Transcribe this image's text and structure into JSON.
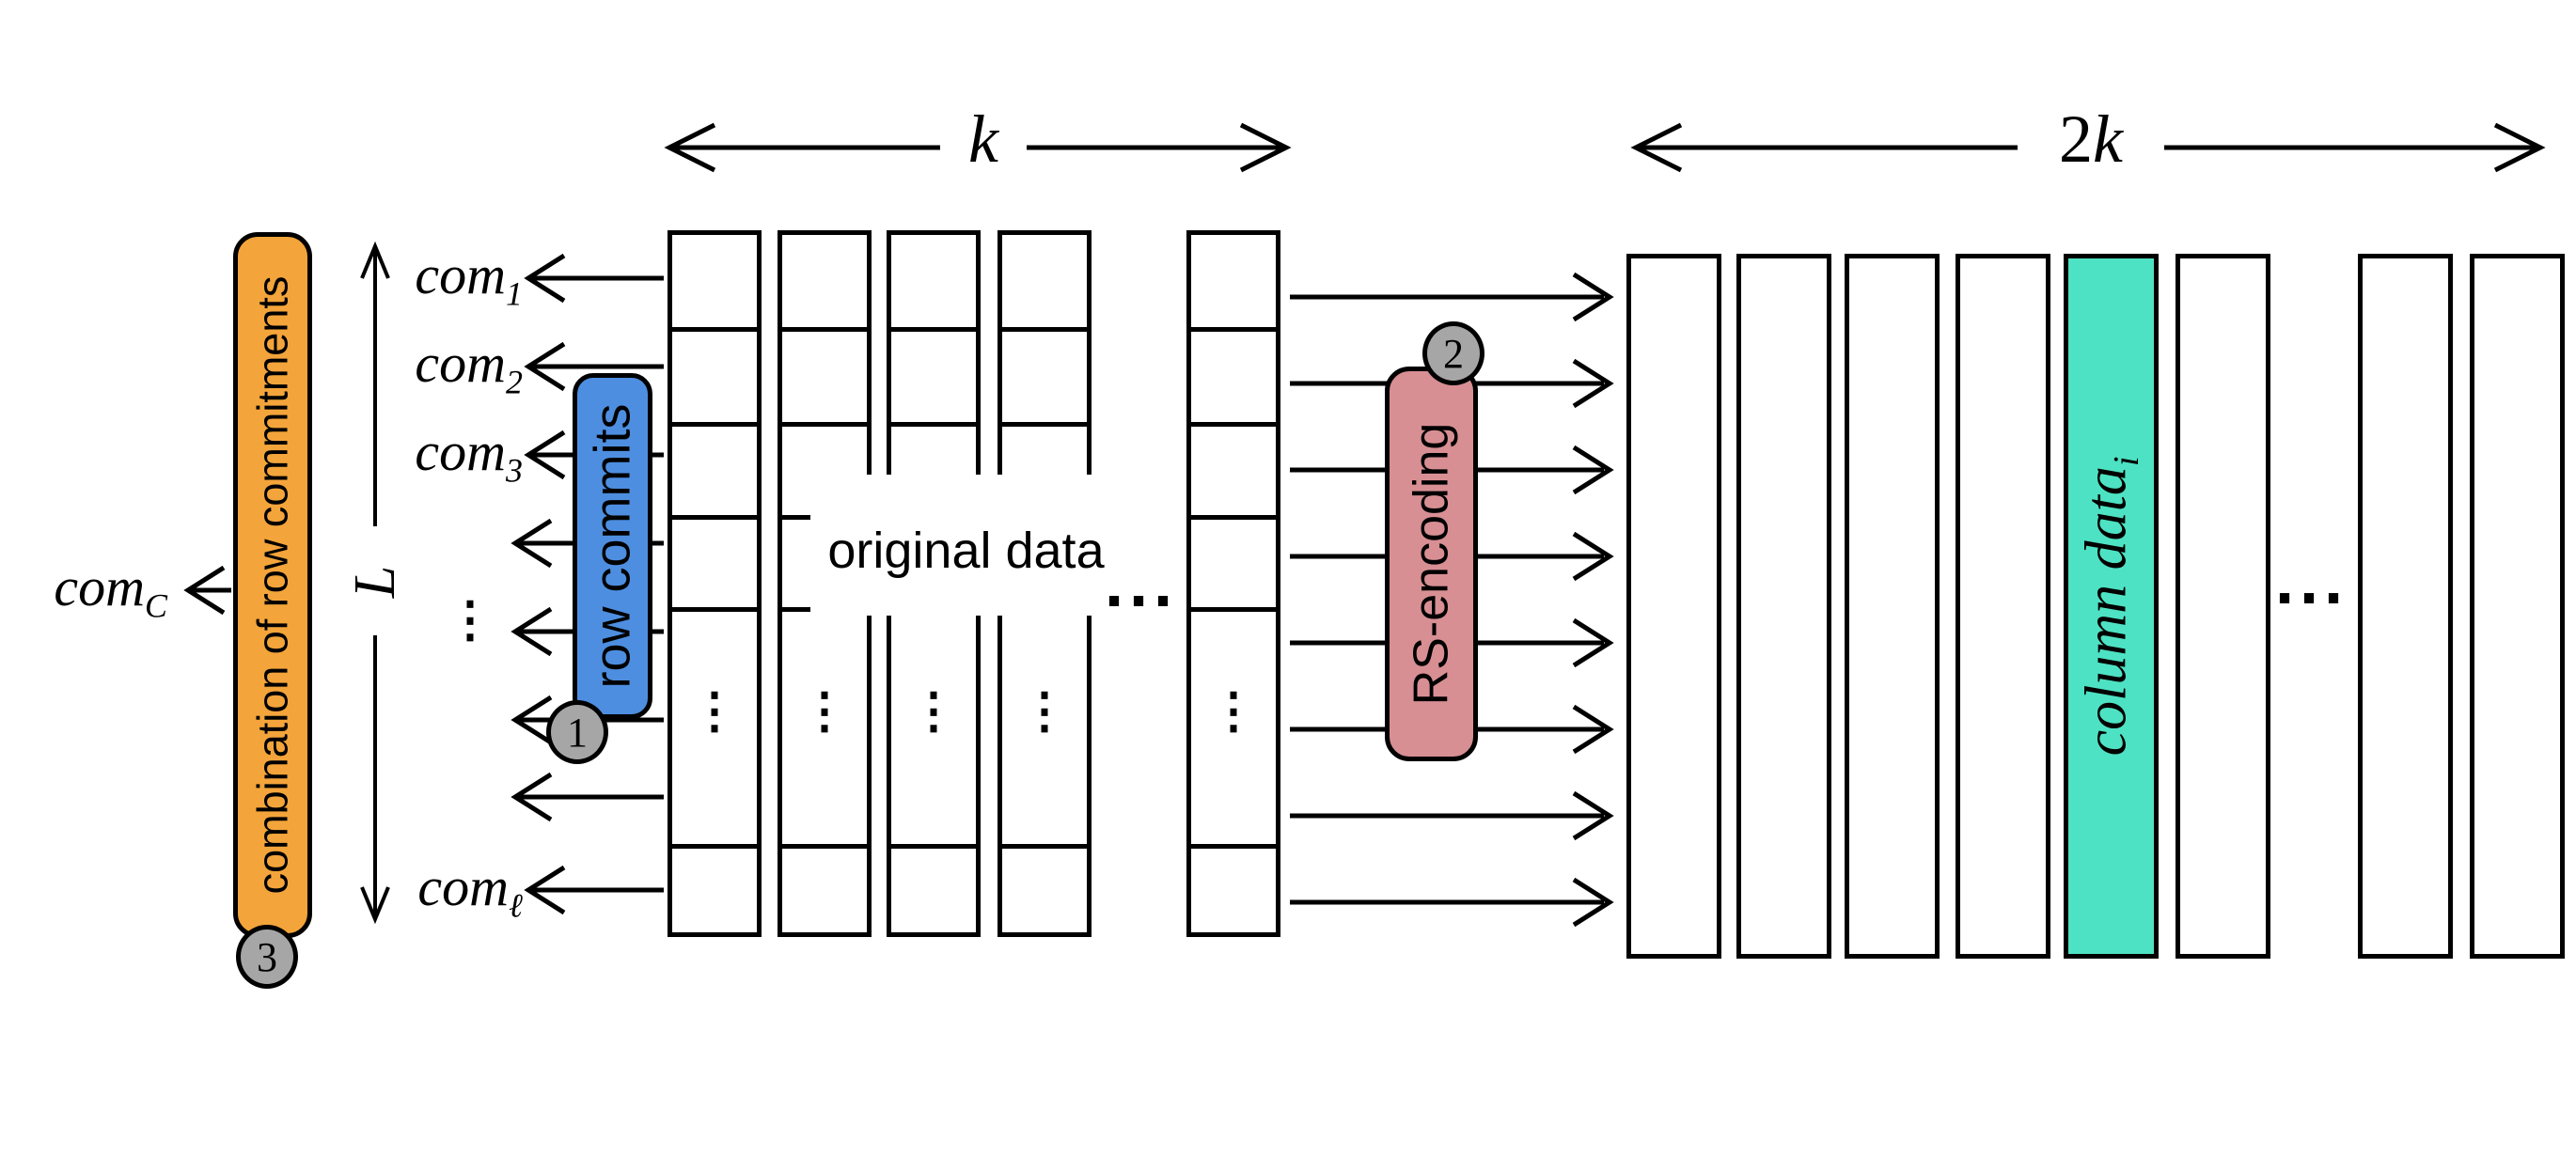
{
  "diagram": {
    "width_label_original": "k",
    "width_label_encoded": {
      "coeff": "2",
      "var": "k"
    },
    "height_label": "L",
    "matrix_label": "original data",
    "matrix_ellipsis": "...",
    "encoded_ellipsis": "...",
    "vertical_ellipsis": "⋮",
    "com_labels": {
      "c1": {
        "base": "com",
        "sub": "1"
      },
      "c2": {
        "base": "com",
        "sub": "2"
      },
      "c3": {
        "base": "com",
        "sub": "3"
      },
      "cl": {
        "base": "com",
        "sub": "ℓ"
      },
      "cc": {
        "base": "com",
        "sub": "C"
      }
    },
    "boxes": {
      "combination": {
        "label": "combination of row commitments",
        "color": "#F3A43A"
      },
      "row_commits": {
        "label": "row commits",
        "color": "#4D8EE0"
      },
      "rs_encoding": {
        "label": "RS-encoding",
        "color": "#D78F93"
      },
      "column_data": {
        "base": "column data",
        "sub": "i",
        "color": "#4DE2C3"
      }
    },
    "steps": {
      "s1": "1",
      "s2": "2",
      "s3": "3",
      "color": "#A6A6A6"
    },
    "line_color": "#000000"
  }
}
